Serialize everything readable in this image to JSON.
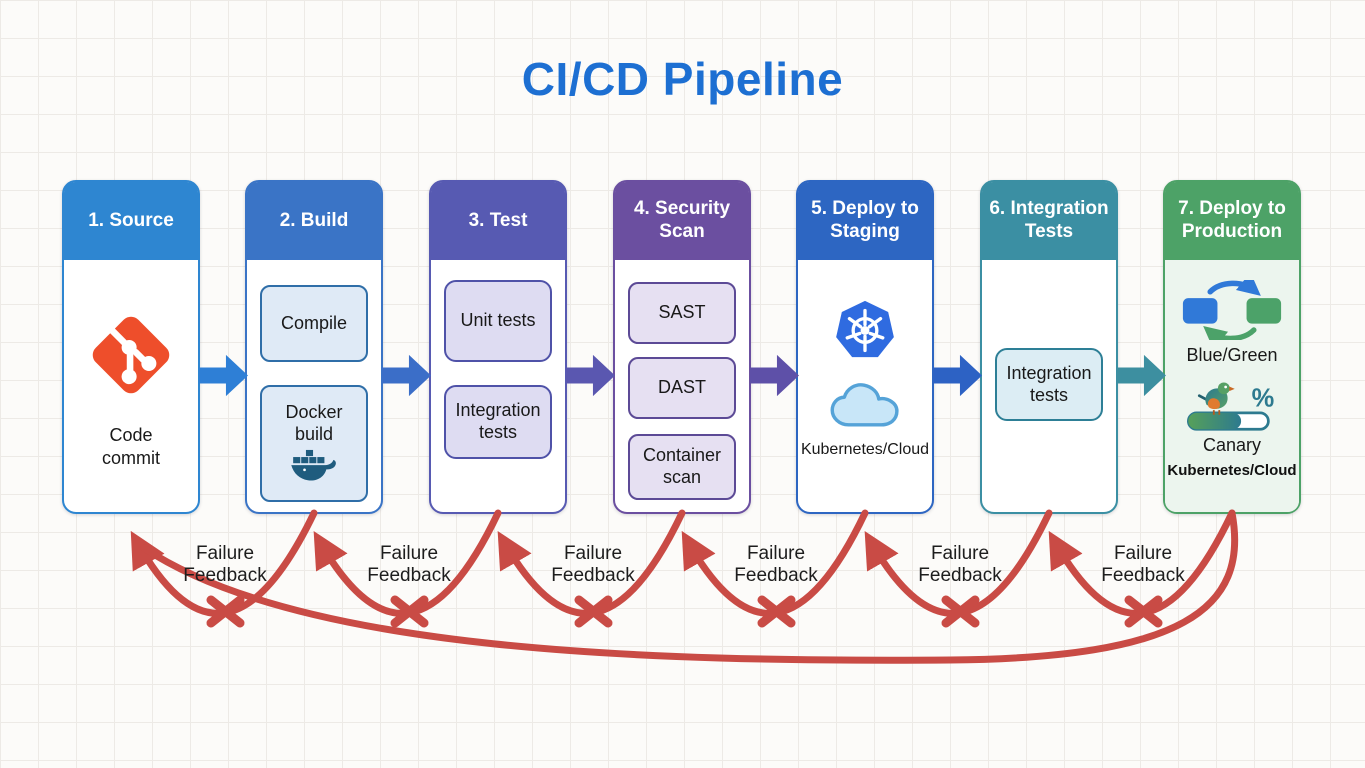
{
  "title": "CI/CD Pipeline",
  "stages": [
    {
      "title": "1. Source",
      "caption": "Code commit",
      "icon": "git-icon",
      "color": "#2e86d1"
    },
    {
      "title": "2. Build",
      "boxes": [
        "Compile",
        "Docker build"
      ],
      "icon": "docker-icon",
      "color": "#3a74c6"
    },
    {
      "title": "3. Test",
      "boxes": [
        "Unit tests",
        "Integration tests"
      ],
      "color": "#575ab2"
    },
    {
      "title": "4. Security Scan",
      "boxes": [
        "SAST",
        "DAST",
        "Container scan"
      ],
      "color": "#6b4fa0"
    },
    {
      "title": "5. Deploy to Staging",
      "caption": "Kubernetes/Cloud",
      "icons": [
        "kubernetes-icon",
        "cloud-icon"
      ],
      "color": "#2d66c2"
    },
    {
      "title": "6. Integration Tests",
      "boxes": [
        "Integration tests"
      ],
      "color": "#3b8fa3"
    },
    {
      "title": "7. Deploy to Production",
      "label_blue_green": "Blue/Green",
      "label_canary": "Canary",
      "caption": "Kubernetes/Cloud",
      "percent_symbol": "%",
      "icons": [
        "blue-green-swap-icon",
        "canary-release-icon"
      ],
      "color": "#4da267"
    }
  ],
  "flow_arrows": {
    "count": 6,
    "colors": [
      "#2e7fd6",
      "#3b6ec8",
      "#5a57b0",
      "#5e50a8",
      "#2d62c4",
      "#3d8fa0"
    ]
  },
  "feedback": {
    "label": "Failure Feedback",
    "count": 6,
    "color": "#c94b45"
  },
  "colors": {
    "title": "#1d6fd2",
    "git_orange": "#ee4e2b",
    "docker_blue": "#1f5c7e",
    "kubernetes_blue": "#2f6be0"
  }
}
